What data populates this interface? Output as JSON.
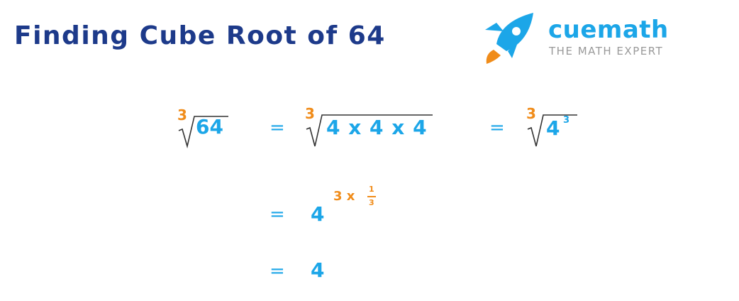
{
  "title": "Finding Cube Root of 64",
  "logo": {
    "brand": "cuemath",
    "tagline": "THE MATH EXPERT",
    "icon": "rocket-icon"
  },
  "colors": {
    "title": "#1d3a8a",
    "primary": "#1ca6e8",
    "accent": "#f08c1a",
    "muted": "#9a9a9a"
  },
  "steps": {
    "step1": {
      "index": "3",
      "radicand": "64"
    },
    "step2": {
      "equals": "=",
      "index": "3",
      "radicand": "4 x 4 x 4"
    },
    "step3": {
      "equals": "=",
      "index": "3",
      "base": "4",
      "exponent": "3"
    },
    "step4": {
      "equals": "=",
      "base": "4",
      "exp_prefix": "3 x",
      "frac_num": "1",
      "frac_den": "3"
    },
    "step5": {
      "equals": "=",
      "result": "4"
    }
  }
}
